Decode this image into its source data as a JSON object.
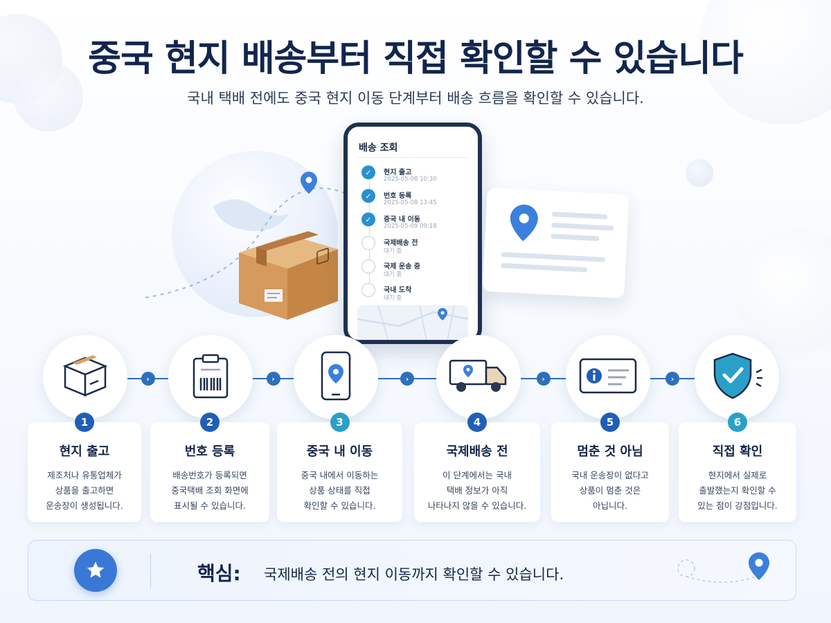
{
  "header": {
    "title": "중국 현지 배송부터 직접 확인할 수 있습니다",
    "subtitle": "국내 택배 전에도 중국 현지 이동 단계부터 배송 흐름을 확인할 수 있습니다."
  },
  "phone": {
    "title": "배송 조회",
    "timeline": [
      {
        "label": "현지 출고",
        "sub": "2025-05-08 10:30",
        "done": true
      },
      {
        "label": "번호 등록",
        "sub": "2025-05-08 13:45",
        "done": true
      },
      {
        "label": "중국 내 이동",
        "sub": "2025-05-09 09:18",
        "done": true
      },
      {
        "label": "국제배송 전",
        "sub": "대기 중",
        "done": false
      },
      {
        "label": "국제 운송 중",
        "sub": "대기 중",
        "done": false
      },
      {
        "label": "국내 도착",
        "sub": "대기 중",
        "done": false
      }
    ]
  },
  "steps": [
    {
      "num": "1",
      "title": "현지 출고",
      "desc": [
        "제조처나 유통업체가",
        "상품을 출고하면",
        "운송장이 생성됩니다."
      ],
      "icon": "box-icon",
      "color": "#1f5fb8"
    },
    {
      "num": "2",
      "title": "번호 등록",
      "desc": [
        "배송번호가 등록되면",
        "중국택배 조회 화면에",
        "표시될 수 있습니다."
      ],
      "icon": "clipboard-barcode-icon",
      "color": "#1f5fb8"
    },
    {
      "num": "3",
      "title": "중국 내 이동",
      "desc": [
        "중국 내에서 이동하는",
        "상품 상태를 직접",
        "확인할 수 있습니다."
      ],
      "icon": "phone-location-icon",
      "color": "#2aa0c8"
    },
    {
      "num": "4",
      "title": "국제배송 전",
      "desc": [
        "이 단계에서는 국내",
        "택배 정보가 아직",
        "나타나지 않을 수 있습니다."
      ],
      "icon": "truck-icon",
      "color": "#1f5fb8"
    },
    {
      "num": "5",
      "title": "멈춘 것 아님",
      "desc": [
        "국내 운송장이 없다고",
        "상품이 멈춘 것은",
        "아닙니다."
      ],
      "icon": "info-card-icon",
      "color": "#1f5fb8"
    },
    {
      "num": "6",
      "title": "직접 확인",
      "desc": [
        "현지에서 실제로",
        "출발했는지 확인할 수",
        "있는 점이 강점입니다."
      ],
      "icon": "shield-check-icon",
      "color": "#2aa0c8"
    }
  ],
  "key": {
    "label": "핵심:",
    "text": "국제배송 전의 현지 이동까지 확인할 수 있습니다."
  },
  "colors": {
    "accent": "#2e6fbd",
    "navy": "#12264d",
    "check": "#2a8fd0"
  }
}
